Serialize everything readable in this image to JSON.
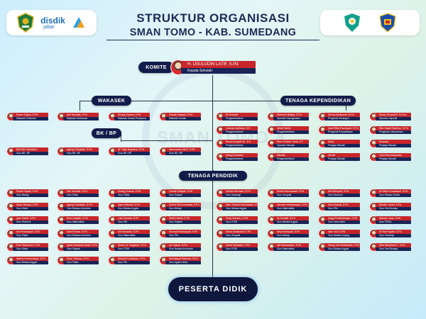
{
  "header": {
    "title": "STRUKTUR ORGANISASI",
    "subtitle": "SMAN TOMO - KAB. SUMEDANG",
    "logo_text": "disdik",
    "logo_subtext": "jabar",
    "watermark": "SMAN TOMO"
  },
  "labels": {
    "komite": "KOMITE",
    "wakasek": "WAKASEK",
    "bkbp": "BK / BP",
    "tendik": "TENAGA KEPENDIDIKAN",
    "pendidik": "TENAGA PENDIDIK",
    "peserta": "PESERTA DIDIK"
  },
  "head": {
    "name": "H. USULUDIN LATIF, S.Pd",
    "role": "Kepala Sekolah"
  },
  "wakasek": [
    {
      "name": "Pepen Diyani, S.Pd",
      "role": "Wakasek Kurikulum"
    },
    {
      "name": "Dini Nurhadi, S.Pd",
      "role": "Wakasek Kesiswaan"
    },
    {
      "name": "Dhang Suarna, S.Pd",
      "role": "Wakasek Sarana Prasarana"
    },
    {
      "name": "Ganda Hidayat, S.Pd",
      "role": "Wakasek Humas"
    }
  ],
  "bk": [
    {
      "name": "Eka Dini Setiadani",
      "role": "Guru BK / BP"
    },
    {
      "name": "Agung Gunawan, S.Pd",
      "role": "Guru BK / BP"
    },
    {
      "name": "M. Fajar Nugraha, S.Pd",
      "role": "Guru BK / BP"
    },
    {
      "name": "Maemunah Siti R, S.Pd",
      "role": "Guru BK / BP"
    }
  ],
  "tendik": [
    {
      "name": "Eti Suhaeti",
      "role": "Pengadministrasi"
    },
    {
      "name": "Rahmat Hidayat, S.Pd",
      "role": "Operator Kepegawaian"
    },
    {
      "name": "Nurma Apriliyanti, M.Pd",
      "role": "Pengelola Keuangan"
    },
    {
      "name": "Deasy Rosyati R, S.Kom",
      "role": "Operator Dapodik"
    },
    {
      "name": "Lukman Apriliana, S.E",
      "role": "Pengadministrasi"
    },
    {
      "name": "Wiwit Hartini",
      "role": "Pengadministrasi"
    },
    {
      "name": "Ayra Rifka Fauziyyah, S.Pd",
      "role": "Pengelola Perpustakaan"
    },
    {
      "name": "Rita Hayati Syahrun, S.Pd",
      "role": "Pengelola Laboratorium"
    },
    {
      "name": "Riska Anugrah M., S.E",
      "role": "Pengadministrasi"
    },
    {
      "name": "Rian Ferdian Yusfa, S.T",
      "role": "Operator Sekolah"
    },
    {
      "name": "Sarip",
      "role": "Penjaga Sekolah"
    },
    {
      "name": "Rusnadi",
      "role": "Penjaga Sekolah"
    },
    {
      "name": "Iyang Gunawan",
      "role": "Pengadministrasi"
    },
    {
      "name": "Nikolas",
      "role": "Pengadministrasi"
    },
    {
      "name": "Herdie",
      "role": "Penjaga Sekolah"
    },
    {
      "name": "Yusuf Nurmadiyanto",
      "role": "Penjaga Sekolah"
    }
  ],
  "pendidik": [
    {
      "name": "Pepen Diyani, S.Pd",
      "role": "Guru Biologi"
    },
    {
      "name": "Dini Nurhadi, S.Pd",
      "role": "Guru Kimia"
    },
    {
      "name": "Dhang Suarna, S.Pd",
      "role": "Guru Fisika"
    },
    {
      "name": "Ganda Hidayat, S.Pd",
      "role": "Guru Sejarah"
    },
    {
      "name": "Ucihan Nurmadi, S.Pd",
      "role": "Guru Sosiologi"
    },
    {
      "name": "Shofia Rahmawati, S.Pd",
      "role": "Guru Geografi"
    },
    {
      "name": "Siti Rohayati, S.Pd",
      "role": "Guru Ekonomi"
    },
    {
      "name": "Ai Dede Komalasari, S.Pd",
      "role": "Guru Bahasa Sunda"
    },
    {
      "name": "Asep Hidayat, S.Pd",
      "role": "Guru Kimia"
    },
    {
      "name": "Agung Gunawan, S.Pd",
      "role": "Guru Bahasa Indonesia"
    },
    {
      "name": "Agus Rahmat, S.Pd",
      "role": "Guru Bahasa Inggris"
    },
    {
      "name": "Andini Siti Kurniawati, S.Pd",
      "role": "Guru Biologi"
    },
    {
      "name": "Nani Yulianti Rahmawati, S.Pd",
      "role": "Guru Bahasa Inggris"
    },
    {
      "name": "Herman Nurmansyah, S.Pd",
      "role": "Guru Matematika"
    },
    {
      "name": "Dewi Hartati, S.Pd",
      "role": "Guru PKn"
    },
    {
      "name": "Nendin Juhari, S.Pd",
      "role": "Guru Seni Budaya"
    },
    {
      "name": "Ipan Habib, S.Pd",
      "role": "Guru Ekonomi"
    },
    {
      "name": "Pera Hayatin, S.Pd",
      "role": "Guru Matematika"
    },
    {
      "name": "Lala Sumirat, S.Pd",
      "role": "Guru PAI"
    },
    {
      "name": "Wiwit Hartini, S.Pd",
      "role": "Guru Sejarah"
    },
    {
      "name": "Rudy Suharto, S.Pd",
      "role": "Guru PJOK"
    },
    {
      "name": "Iis Sumiati, S.Pd",
      "role": "Guru Bahasa Inggris"
    },
    {
      "name": "Anggi Pradhiansyah, S.Pd",
      "role": "Guru Informatika"
    },
    {
      "name": "Wanda Laras, S.Pd",
      "role": "Guru PKWU"
    },
    {
      "name": "Ika Firmansyah, S.Pd",
      "role": "Guru Fisika"
    },
    {
      "name": "Dani Firman, S.Pd",
      "role": "Guru Bahasa Indonesia"
    },
    {
      "name": "Siti Nurasiah, S.Pd",
      "role": "Guru Matematika"
    },
    {
      "name": "Kurnadi Rusmayadi, S.Pd",
      "role": "Guru PAI"
    },
    {
      "name": "Riska Susilawati, S.Pd",
      "role": "Guru Geografi"
    },
    {
      "name": "Meyni Anriyani, S.Pd",
      "role": "Guru Biologi"
    },
    {
      "name": "Aam Yusi, S.Pd",
      "role": "Guru Bahasa Jepang"
    },
    {
      "name": "Ai Ria Puspita, S.Pd",
      "role": "Guru Sosiologi"
    },
    {
      "name": "Putri Wiyandini, S.Pd",
      "role": "Guru Kimia"
    },
    {
      "name": "Iqbal Jamaludin Basri, S.Pd",
      "role": "Guru Sejarah"
    },
    {
      "name": "Dindin Dr. Sugianto, S.Pd",
      "role": "Guru PJOK"
    },
    {
      "name": "Ira Listiani, S.Pd",
      "role": "Guru Bahasa Indonesia"
    },
    {
      "name": "Sandi Setiawan, S.Pd",
      "role": "Guru PJOK"
    },
    {
      "name": "Adi Darussalam, S.Pd",
      "role": "Guru Matematika"
    },
    {
      "name": "Hanny Dwi Ristiandari, S.Pd",
      "role": "Guru Bahasa Inggris"
    },
    {
      "name": "Dilla Wardhani K., S.Pd",
      "role": "Guru Seni Budaya"
    },
    {
      "name": "Nanna Nurmanasya, S.Pd",
      "role": "Guru Bahasa Inggris"
    },
    {
      "name": "Dinar Trihana, S.Pd",
      "role": "Guru Fisika"
    },
    {
      "name": "Wowok Kurniawan, S.Pd",
      "role": "Guru PAI"
    },
    {
      "name": "Nurhidayat Rahman, S.Pd",
      "role": "Guru Agama Islam"
    }
  ]
}
